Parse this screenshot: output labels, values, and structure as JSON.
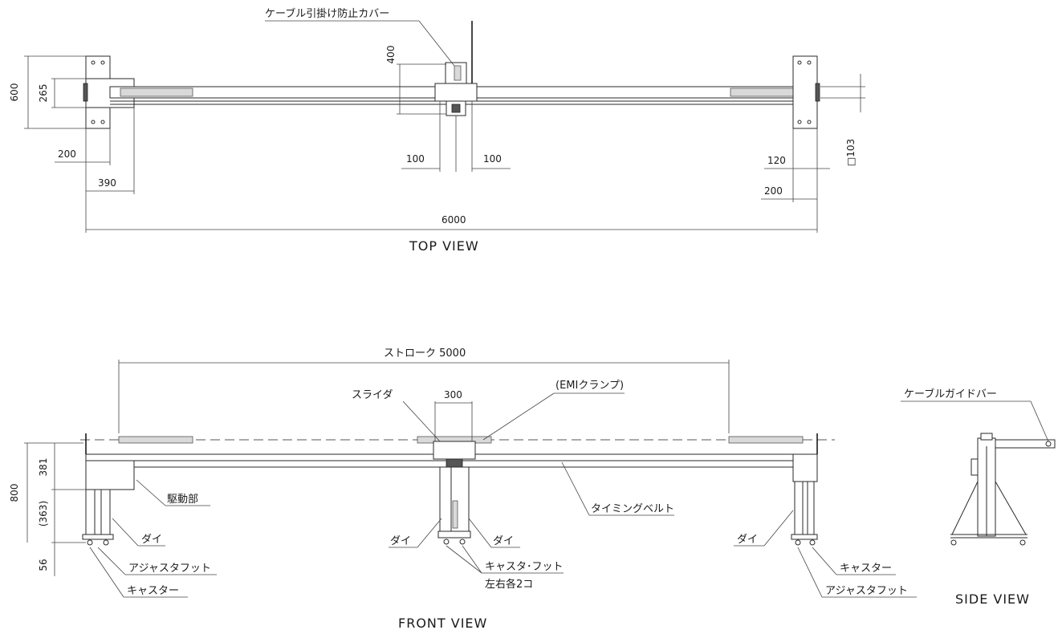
{
  "top_view": {
    "title": "TOP VIEW",
    "cable_cover_label": "ケーブル引掛け防止カバー",
    "dims": {
      "d400": "400",
      "d600": "600",
      "d265": "265",
      "d200_left": "200",
      "d390": "390",
      "d100_left": "100",
      "d100_right": "100",
      "d120": "120",
      "d200_right": "200",
      "d6000": "6000",
      "d103": "□103"
    }
  },
  "front_view": {
    "title": "FRONT VIEW",
    "stroke_label": "ストローク 5000",
    "slider_label": "スライダ",
    "d300": "300",
    "emi_label": "(EMIクランプ)",
    "drive_label": "駆動部",
    "belt_label": "タイミングベルト",
    "dai_left": "ダイ",
    "adjuster_left": "アジャスタフット",
    "caster_left": "キャスター",
    "dai_center_left": "ダイ",
    "dai_center_right": "ダイ",
    "caster_foot": "キャスタ･フット",
    "each_side": "左右各2コ",
    "dai_right": "ダイ",
    "caster_right": "キャスター",
    "adjuster_right": "アジャスタフット",
    "d800": "800",
    "d381": "381",
    "d363": "(363)",
    "d56": "56"
  },
  "side_view": {
    "title": "SIDE VIEW",
    "guide_bar_label": "ケーブルガイドバー"
  }
}
